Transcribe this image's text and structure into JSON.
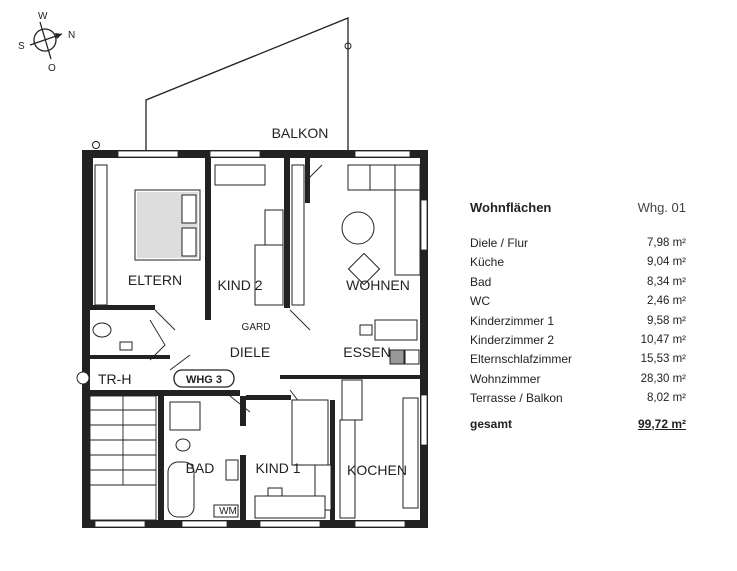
{
  "compass": {
    "north": "N",
    "south": "S",
    "west": "W",
    "east": "O"
  },
  "floorplan": {
    "rooms": {
      "balkon": "BALKON",
      "eltern": "ELTERN",
      "kind2": "KIND 2",
      "wohnen": "WOHNEN",
      "garderobe": "GARD",
      "diele": "DIELE",
      "essen": "ESSEN",
      "treppenhaus": "TR-H",
      "wohnung": "WHG 3",
      "bad": "BAD",
      "kind1": "KIND 1",
      "kochen": "KOCHEN",
      "wm": "WM"
    }
  },
  "legend": {
    "title": "Wohnflächen",
    "unit": "Whg. 01",
    "rows": [
      {
        "label": "Diele / Flur",
        "value": "7,98 m²"
      },
      {
        "label": "Küche",
        "value": "9,04 m²"
      },
      {
        "label": "Bad",
        "value": "8,34 m²"
      },
      {
        "label": "WC",
        "value": "2,46 m²"
      },
      {
        "label": "Kinderzimmer 1",
        "value": "9,58 m²"
      },
      {
        "label": "Kinderzimmer 2",
        "value": "10,47 m²"
      },
      {
        "label": "Elternschlafzimmer",
        "value": "15,53 m²"
      },
      {
        "label": "Wohnzimmer",
        "value": "28,30 m²"
      },
      {
        "label": "Terrasse / Balkon",
        "value": "8,02 m²"
      }
    ],
    "total_label": "gesamt",
    "total_value": "99,72 m²"
  }
}
